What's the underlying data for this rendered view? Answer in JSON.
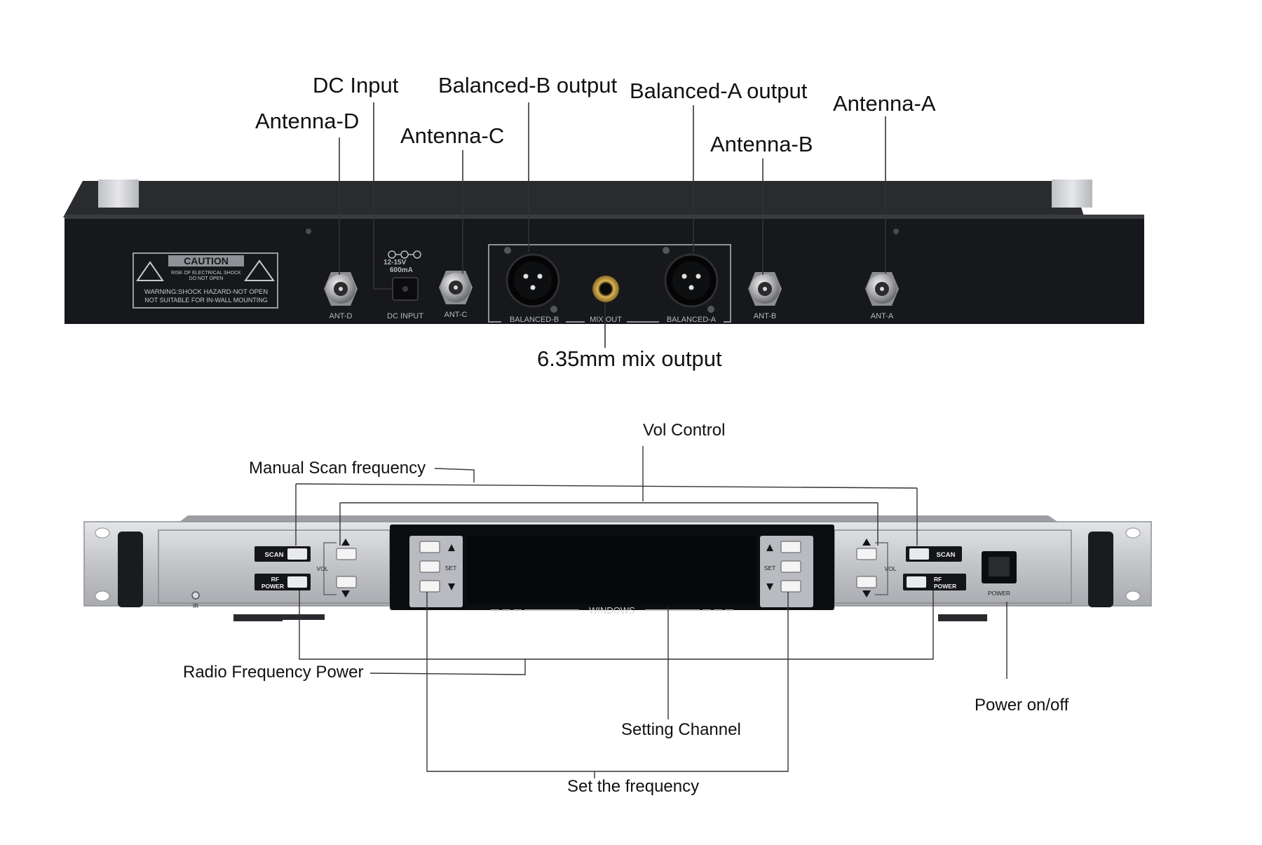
{
  "rear_panel": {
    "callouts": {
      "dc_input": "DC Input",
      "balanced_b_output": "Balanced-B output",
      "balanced_a_output": "Balanced-A output",
      "antenna_a": "Antenna-A",
      "antenna_d": "Antenna-D",
      "antenna_c": "Antenna-C",
      "antenna_b": "Antenna-B",
      "mix_output": "6.35mm mix output"
    },
    "caution_plate": {
      "title": "CAUTION",
      "risk_line1": "RISK OF ELECTRICAL SHOCK",
      "risk_line2": "DO NOT OPEN",
      "warning_line1": "WARNING:SHOCK HAZARD-NOT OPEN",
      "warning_line2": "NOT SUITABLE FOR IN-WALL MOUNTING"
    },
    "port_labels": {
      "ant_d": "ANT-D",
      "dc_input": "DC INPUT",
      "ant_c": "ANT-C",
      "balanced_b": "BALANCED-B",
      "mix_out": "MIX OUT",
      "balanced_a": "BALANCED-A",
      "ant_b": "ANT-B",
      "ant_a": "ANT-A"
    },
    "dc_rating_voltage": "12-15V",
    "dc_rating_current": "600mA"
  },
  "front_panel": {
    "callouts": {
      "vol_control": "Vol Control",
      "manual_scan": "Manual Scan frequency",
      "rf_power": "Radio Frequency Power",
      "power_on_off": "Power on/off",
      "setting_channel": "Setting Channel",
      "set_frequency": "Set the frequency"
    },
    "panel_labels": {
      "scan": "SCAN",
      "rf_power_l1": "RF",
      "rf_power_l2": "POWER",
      "vol": "VOL",
      "set": "SET",
      "ir": "IR",
      "windows": "WINDOWS",
      "power": "POWER"
    }
  },
  "colors": {
    "chassis_black": "#17181b",
    "rack_ear": "#d2d3d6",
    "brushed_silver": "#c6c8cc",
    "display_black": "#0c0d10",
    "leader_line": "#333333"
  }
}
